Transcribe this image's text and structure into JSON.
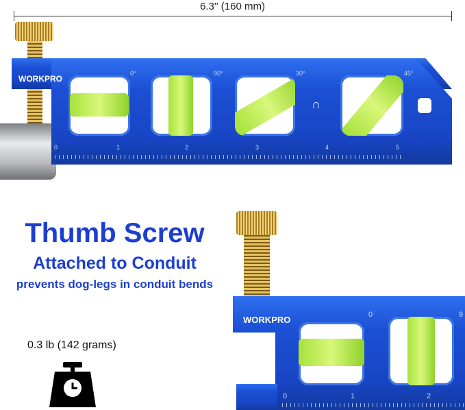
{
  "dimension": "6.3'' (160 mm)",
  "brand": "WORKPRO",
  "angles": [
    "0°",
    "90°",
    "30°",
    "45°"
  ],
  "ruler_numbers": [
    "0",
    "1",
    "2",
    "3",
    "4",
    "5"
  ],
  "headline": "Thumb Screw",
  "subheadline": "Attached to Conduit",
  "tagline": "prevents dog-legs in conduit bends",
  "weight": "0.3 lb (142 grams)",
  "detail": {
    "angles": [
      "0",
      "9"
    ],
    "ruler_numbers": [
      "0",
      "1",
      "2"
    ]
  },
  "colors": {
    "body": "#1b4fd3",
    "text": "#1c3fcf",
    "vial": "#a6e23a",
    "brass": "#e6c261"
  }
}
